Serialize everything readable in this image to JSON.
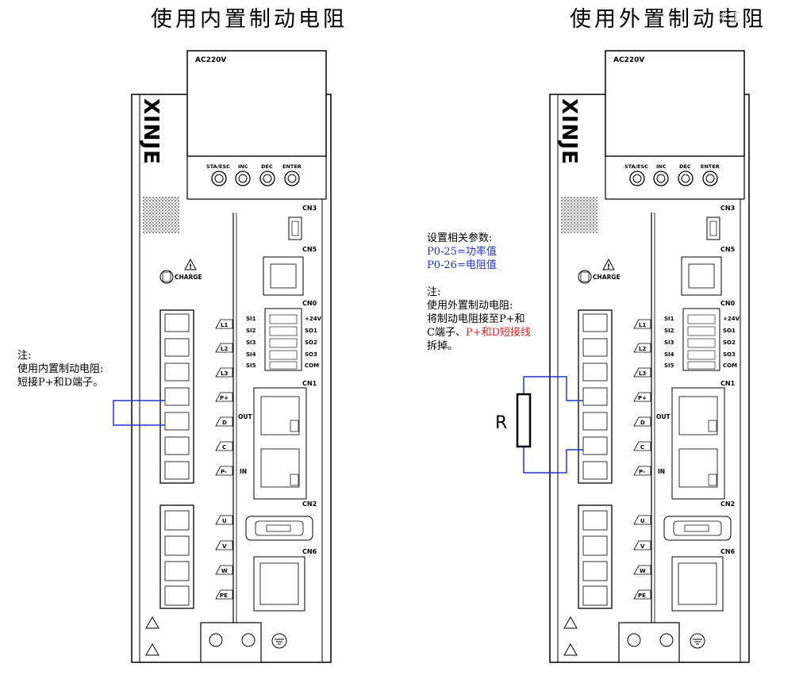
{
  "titles": {
    "internal": "使用内置制动电阻",
    "external": "使用外置制动电阻"
  },
  "watermark": "术工",
  "drive": {
    "brand": "XINJE",
    "power_label": "AC220V",
    "buttons": [
      "STA/ESC",
      "INC",
      "DEC",
      "ENTER"
    ],
    "charge_label": "CHARGE",
    "main_terminals": [
      "L1",
      "L2",
      "L3",
      "P+",
      "D",
      "C",
      "P-"
    ],
    "motor_terminals": [
      "U",
      "V",
      "W",
      "PE"
    ],
    "ports": {
      "cn3": "CN3",
      "cn5": "CN5",
      "cn0": "CN0",
      "cn1": "CN1",
      "cn2": "CN2",
      "cn6": "CN6"
    },
    "cn0_left": [
      "SI1",
      "SI2",
      "SI3",
      "SI4",
      "SI5"
    ],
    "cn0_right": [
      "+24V",
      "SO1",
      "SO2",
      "SO3",
      "COM"
    ],
    "cn1_labels": {
      "out": "OUT",
      "in": "IN"
    }
  },
  "left_note": {
    "lines": [
      "注:",
      "使用内置制动电阻:",
      "短接P+和D端子。"
    ]
  },
  "right_note": {
    "param_title": "设置相关参数:",
    "param_1": "P0-25=功率值",
    "param_2": "P0-26=电阻值",
    "note_title": "注:",
    "line_1": "使用外置制动电阻:",
    "line_2": "将制动电阻接至P+和",
    "line_3_black": "C端子、",
    "line_3_red": "P+和D短接线",
    "line_4": "拆掉。"
  },
  "resistor_label": "R",
  "colors": {
    "wire": "#2233cc",
    "highlight": "#e02020",
    "param": "#2233cc"
  }
}
